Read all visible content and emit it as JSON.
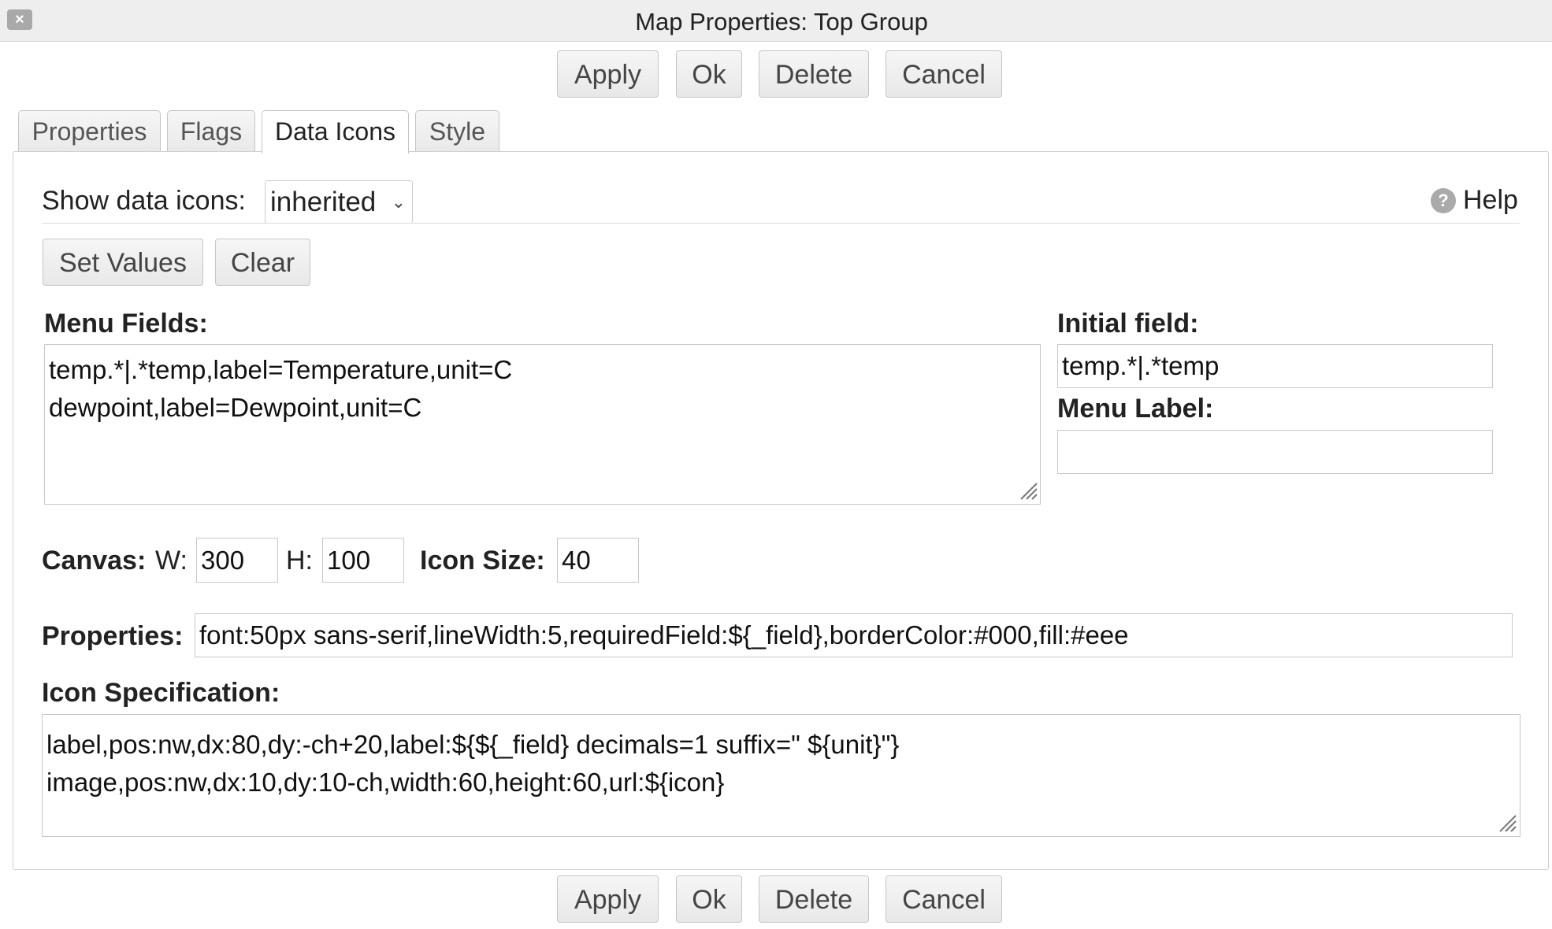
{
  "window": {
    "title": "Map Properties: Top Group",
    "close_glyph": "×"
  },
  "buttons": {
    "apply": "Apply",
    "ok": "Ok",
    "delete": "Delete",
    "cancel": "Cancel"
  },
  "tabs": [
    {
      "label": "Properties",
      "active": false
    },
    {
      "label": "Flags",
      "active": false
    },
    {
      "label": "Data Icons",
      "active": true
    },
    {
      "label": "Style",
      "active": false
    }
  ],
  "data_icons": {
    "show_label": "Show data icons:",
    "show_value": "inherited",
    "help_label": "Help",
    "help_icon": "question-circle-icon",
    "set_values": "Set Values",
    "clear": "Clear",
    "menu_fields_label": "Menu Fields:",
    "menu_fields_value": "temp.*|.*temp,label=Temperature,unit=C\ndewpoint,label=Dewpoint,unit=C",
    "initial_field_label": "Initial field:",
    "initial_field_value": "temp.*|.*temp",
    "menu_label_label": "Menu Label:",
    "menu_label_value": "",
    "canvas_label": "Canvas:",
    "w_label": "W:",
    "w_value": "300",
    "h_label": "H:",
    "h_value": "100",
    "icon_size_label": "Icon Size:",
    "icon_size_value": "40",
    "properties_label": "Properties:",
    "properties_value": "font:50px sans-serif,lineWidth:5,requiredField:${_field},borderColor:#000,fill:#eee",
    "icon_spec_label": "Icon Specification:",
    "icon_spec_value": "label,pos:nw,dx:80,dy:-ch+20,label:${${_field} decimals=1 suffix=\" ${unit}\"}\nimage,pos:nw,dx:10,dy:10-ch,width:60,height:60,url:${icon}"
  }
}
